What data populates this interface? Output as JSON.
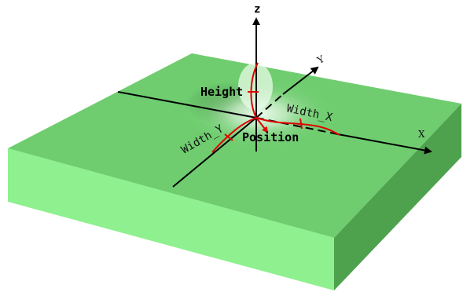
{
  "labels": {
    "z_axis": "z",
    "y_axis": "Y",
    "x_axis": "X",
    "height": "Height",
    "width_x": "Width_X",
    "width_y": "Width_Y",
    "position": "Position"
  },
  "colors": {
    "slab_top": "#6fcd6f",
    "slab_front": "#8ef08e",
    "slab_side": "#4ea24e",
    "axis_line": "#000000",
    "annotation": "#e00000"
  }
}
